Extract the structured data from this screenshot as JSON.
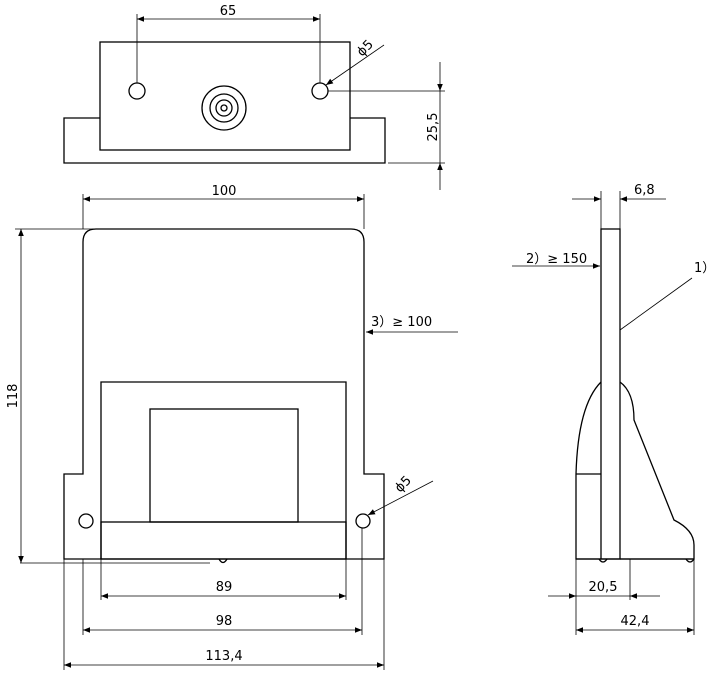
{
  "dimensions": {
    "top_width": "65",
    "top_hole": "ϕ5",
    "top_height": "25,5",
    "front_width": "100",
    "front_height": "118",
    "note_3": "3）≥ 100",
    "front_hole": "ϕ5",
    "bottom_89": "89",
    "bottom_98": "98",
    "bottom_113": "113,4",
    "side_thickness": "6,8",
    "note_2": "2）≥ 150",
    "label_1": "1）",
    "side_20": "20,5",
    "side_42": "42,4"
  },
  "colors": {
    "line": "#000000",
    "background": "#ffffff"
  }
}
